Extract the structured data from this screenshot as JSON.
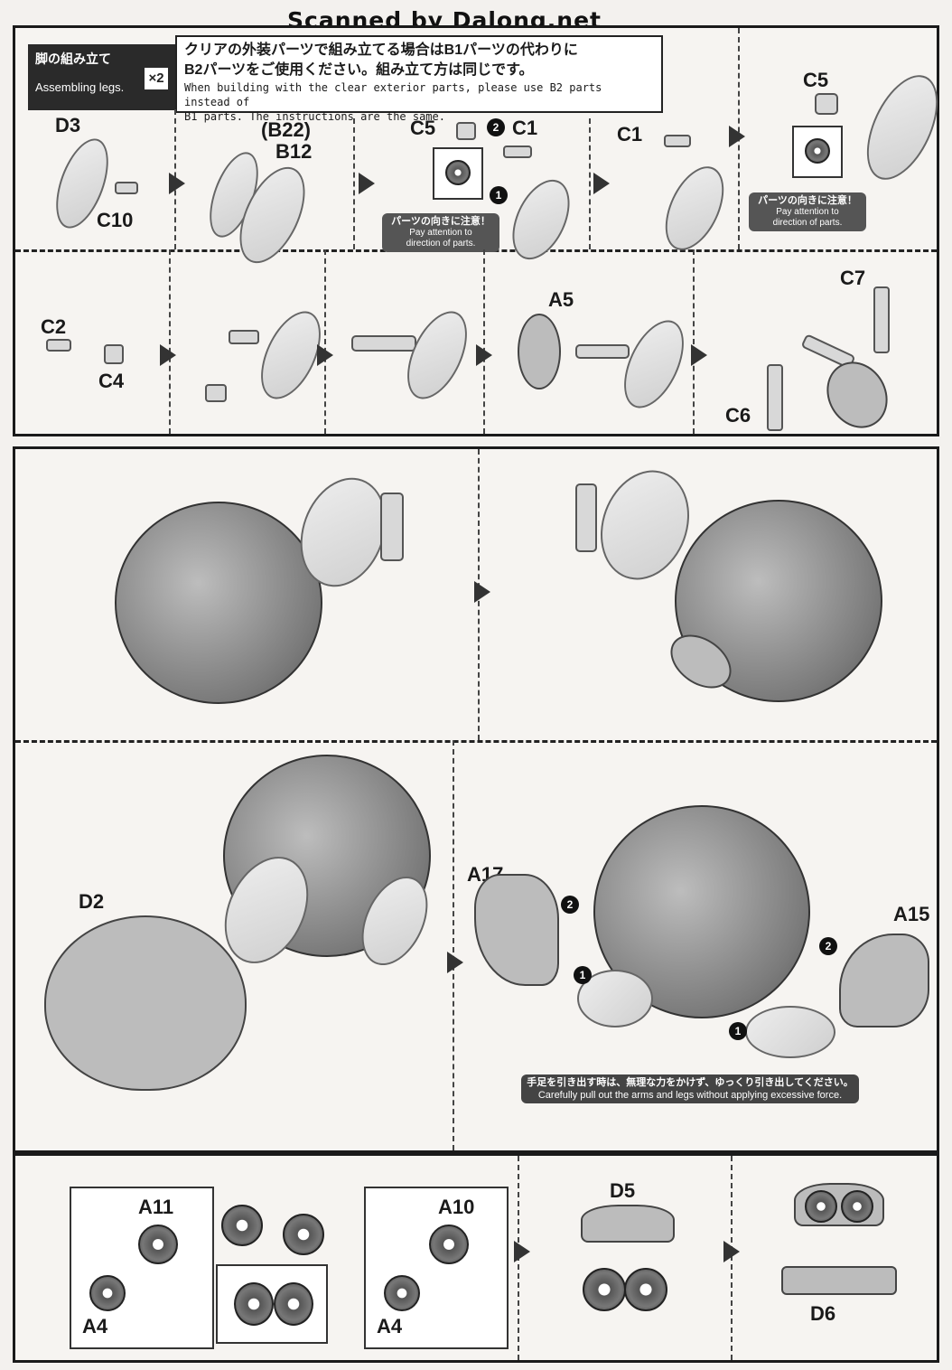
{
  "header": {
    "watermark": "Scanned by Dalong.net"
  },
  "title": {
    "jp": "脚の組み立て",
    "en": "Assembling legs.",
    "multiplier": "×2"
  },
  "note": {
    "jp_line1": "クリアの外装パーツで組み立てる場合はB1パーツの代わりに",
    "jp_line2": "B2パーツをご使用ください。組み立て方は同じです。",
    "en_line1": "When building with the clear exterior parts, please use B2 parts instead of",
    "en_line2": "B1 parts. The instructions are the same."
  },
  "orientation_note": {
    "jp": "パーツの向きに注意！",
    "en_line1": "Pay attention to",
    "en_line2": "direction of parts."
  },
  "step_markers": {
    "one": "1",
    "two": "2"
  },
  "parts": {
    "d3": "D3",
    "c10": "C10",
    "b22_paren": "(B22)",
    "b12": "B12",
    "c5": "C5",
    "c1": "C1",
    "c2": "C2",
    "c4": "C4",
    "a5": "A5",
    "c7": "C7",
    "c6": "C6",
    "d2": "D2",
    "a17": "A17",
    "a15": "A15",
    "a11": "A11",
    "a10": "A10",
    "a4": "A4",
    "d5": "D5",
    "d6": "D6"
  },
  "caution": {
    "jp": "手足を引き出す時は、無理な力をかけず、ゆっくり引き出してください。",
    "en": "Carefully pull out the arms and legs without applying excessive force."
  }
}
